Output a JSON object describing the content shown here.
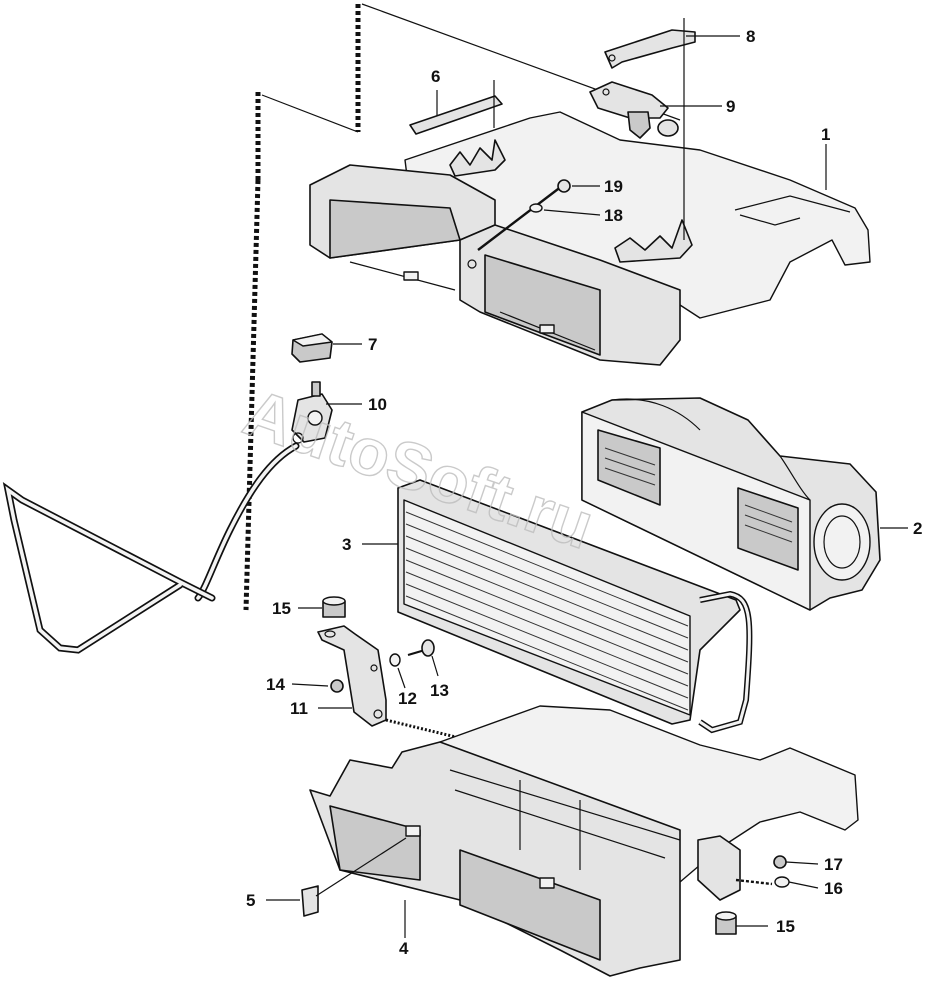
{
  "diagram": {
    "watermark": "AutoSoft.ru",
    "callouts": [
      {
        "id": "1",
        "label": "1"
      },
      {
        "id": "2",
        "label": "2"
      },
      {
        "id": "3",
        "label": "3"
      },
      {
        "id": "4",
        "label": "4"
      },
      {
        "id": "5",
        "label": "5"
      },
      {
        "id": "6",
        "label": "6"
      },
      {
        "id": "7",
        "label": "7"
      },
      {
        "id": "8",
        "label": "8"
      },
      {
        "id": "9",
        "label": "9"
      },
      {
        "id": "10",
        "label": "10"
      },
      {
        "id": "11",
        "label": "11"
      },
      {
        "id": "12",
        "label": "12"
      },
      {
        "id": "13",
        "label": "13"
      },
      {
        "id": "14",
        "label": "14"
      },
      {
        "id": "15a",
        "label": "15"
      },
      {
        "id": "15b",
        "label": "15"
      },
      {
        "id": "16",
        "label": "16"
      },
      {
        "id": "17",
        "label": "17"
      },
      {
        "id": "18",
        "label": "18"
      },
      {
        "id": "19",
        "label": "19"
      }
    ]
  }
}
